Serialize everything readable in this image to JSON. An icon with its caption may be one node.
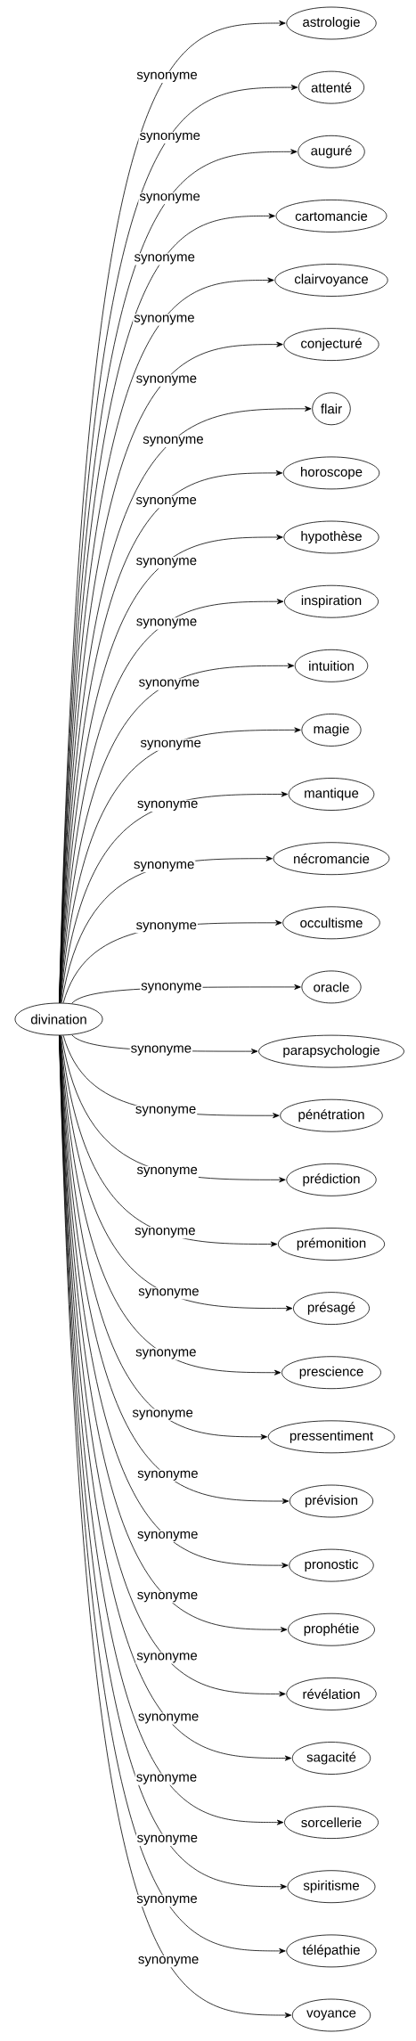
{
  "diagram": {
    "nodes": [
      {
        "text": [
          "divination"
        ]
      },
      {
        "text": [
          "astrologie"
        ]
      },
      {
        "text": [
          "attenté"
        ]
      },
      {
        "text": [
          "auguré"
        ]
      },
      {
        "text": [
          "cartomancie"
        ]
      },
      {
        "text": [
          "clairvoyance"
        ]
      },
      {
        "text": [
          "conjecturé"
        ]
      },
      {
        "text": [
          "flair"
        ]
      },
      {
        "text": [
          "horoscope"
        ]
      },
      {
        "text": [
          "hypothèse"
        ]
      },
      {
        "text": [
          "inspiration"
        ]
      },
      {
        "text": [
          "intuition"
        ]
      },
      {
        "text": [
          "magie"
        ]
      },
      {
        "text": [
          "mantique"
        ]
      },
      {
        "text": [
          "nécromancie"
        ]
      },
      {
        "text": [
          "occultisme"
        ]
      },
      {
        "text": [
          "oracle"
        ]
      },
      {
        "text": [
          "parapsychologie"
        ]
      },
      {
        "text": [
          "pénétration"
        ]
      },
      {
        "text": [
          "prédiction"
        ]
      },
      {
        "text": [
          "prémonition"
        ]
      },
      {
        "text": [
          "présagé"
        ]
      },
      {
        "text": [
          "prescience"
        ]
      },
      {
        "text": [
          "pressentiment"
        ]
      },
      {
        "text": [
          "prévision"
        ]
      },
      {
        "text": [
          "pronostic"
        ]
      },
      {
        "text": [
          "prophétie"
        ]
      },
      {
        "text": [
          "révélation"
        ]
      },
      {
        "text": [
          "sagacité"
        ]
      },
      {
        "text": [
          "sorcellerie"
        ]
      },
      {
        "text": [
          "spiritisme"
        ]
      },
      {
        "text": [
          "télépathie"
        ]
      },
      {
        "text": [
          "voyance"
        ]
      }
    ],
    "edges": [
      {
        "from": 0,
        "to": 1,
        "arrow": "to",
        "label": "synonyme"
      },
      {
        "from": 0,
        "to": 2,
        "arrow": "to",
        "label": "synonyme"
      },
      {
        "from": 0,
        "to": 3,
        "arrow": "to",
        "label": "synonyme"
      },
      {
        "from": 0,
        "to": 4,
        "arrow": "to",
        "label": "synonyme"
      },
      {
        "from": 0,
        "to": 5,
        "arrow": "to",
        "label": "synonyme"
      },
      {
        "from": 0,
        "to": 6,
        "arrow": "to",
        "label": "synonyme"
      },
      {
        "from": 0,
        "to": 7,
        "arrow": "to",
        "label": "synonyme"
      },
      {
        "from": 0,
        "to": 8,
        "arrow": "to",
        "label": "synonyme"
      },
      {
        "from": 0,
        "to": 9,
        "arrow": "to",
        "label": "synonyme"
      },
      {
        "from": 0,
        "to": 10,
        "arrow": "to",
        "label": "synonyme"
      },
      {
        "from": 0,
        "to": 11,
        "arrow": "to",
        "label": "synonyme"
      },
      {
        "from": 0,
        "to": 12,
        "arrow": "to",
        "label": "synonyme"
      },
      {
        "from": 0,
        "to": 13,
        "arrow": "to",
        "label": "synonyme"
      },
      {
        "from": 0,
        "to": 14,
        "arrow": "to",
        "label": "synonyme"
      },
      {
        "from": 0,
        "to": 15,
        "arrow": "to",
        "label": "synonyme"
      },
      {
        "from": 0,
        "to": 16,
        "arrow": "to",
        "label": "synonyme"
      },
      {
        "from": 0,
        "to": 17,
        "arrow": "to",
        "label": "synonyme"
      },
      {
        "from": 0,
        "to": 18,
        "arrow": "to",
        "label": "synonyme"
      },
      {
        "from": 0,
        "to": 19,
        "arrow": "to",
        "label": "synonyme"
      },
      {
        "from": 0,
        "to": 20,
        "arrow": "to",
        "label": "synonyme"
      },
      {
        "from": 0,
        "to": 21,
        "arrow": "to",
        "label": "synonyme"
      },
      {
        "from": 0,
        "to": 22,
        "arrow": "to",
        "label": "synonyme"
      },
      {
        "from": 0,
        "to": 23,
        "arrow": "to",
        "label": "synonyme"
      },
      {
        "from": 0,
        "to": 24,
        "arrow": "to",
        "label": "synonyme"
      },
      {
        "from": 0,
        "to": 25,
        "arrow": "to",
        "label": "synonyme"
      },
      {
        "from": 0,
        "to": 26,
        "arrow": "to",
        "label": "synonyme"
      },
      {
        "from": 0,
        "to": 27,
        "arrow": "to",
        "label": "synonyme"
      },
      {
        "from": 0,
        "to": 28,
        "arrow": "to",
        "label": "synonyme"
      },
      {
        "from": 0,
        "to": 29,
        "arrow": "to",
        "label": "synonyme"
      },
      {
        "from": 0,
        "to": 30,
        "arrow": "to",
        "label": "synonyme"
      },
      {
        "from": 0,
        "to": 31,
        "arrow": "to",
        "label": "synonyme"
      },
      {
        "from": 0,
        "to": 32,
        "arrow": "to",
        "label": "synonyme"
      }
    ]
  }
}
